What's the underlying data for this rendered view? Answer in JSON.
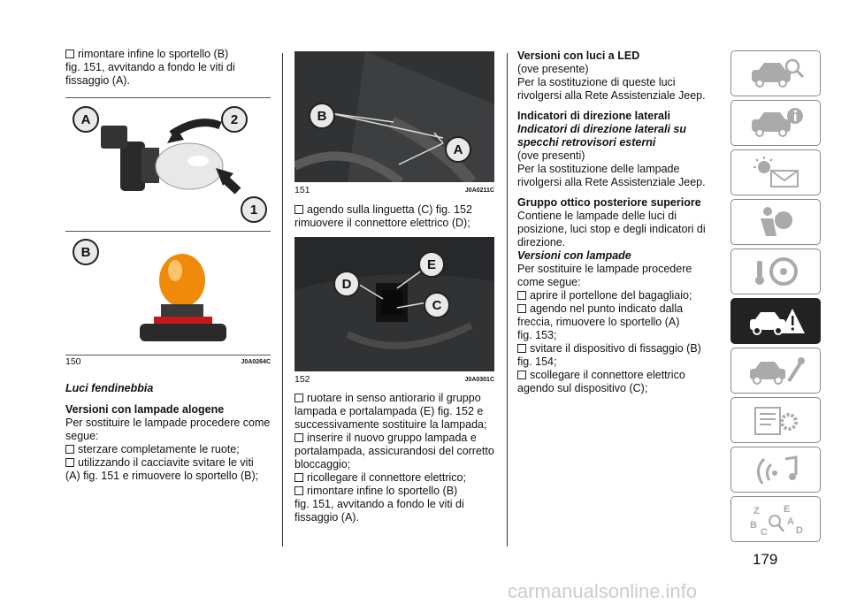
{
  "col1": {
    "intro_step": "rimontare infine lo sportello (B)",
    "intro_cont": "fig. 151, avvitando a fondo le viti di fissaggio (A).",
    "fig150_label_a": "A",
    "fig150_label_b": "B",
    "fig150_callout_1": "1",
    "fig150_callout_2": "2",
    "fig150_number": "150",
    "fig150_code": "J0A0264C",
    "section_title": "Luci fendinebbia",
    "subsection_title": "Versioni con lampade alogene",
    "para": "Per sostituire le lampade procedere come segue:",
    "steps": [
      "sterzare completamente le ruote;",
      "utilizzando il cacciavite svitare le viti (A) fig. 151 e rimuovere lo sportello (B);"
    ]
  },
  "col2": {
    "fig151_number": "151",
    "fig151_code": "J0A0211C",
    "fig151_label_b": "B",
    "fig151_label_a": "A",
    "step_after_151": "agendo sulla linguetta (C) fig. 152 rimuovere il connettore elettrico (D);",
    "fig152_number": "152",
    "fig152_code": "J0A0301C",
    "fig152_label_d": "D",
    "fig152_label_e": "E",
    "fig152_label_c": "C",
    "steps": [
      "ruotare in senso antiorario il gruppo lampada e portalampada (E) fig. 152 e successivamente sostituire la lampada;",
      "inserire il nuovo gruppo lampada e portalampada, assicurandosi del corretto bloccaggio;",
      "ricollegare il connettore elettrico;",
      "rimontare infine lo sportello (B)"
    ],
    "last_cont": "fig. 151, avvitando a fondo le viti di fissaggio (A)."
  },
  "col3": {
    "led_title": "Versioni con luci a LED",
    "led_sub": "(ove presente)",
    "led_para": "Per la sostituzione di queste luci rivolgersi alla Rete Assistenziale Jeep.",
    "ind_title": "Indicatori di direzione laterali",
    "ind_sub_title": "Indicatori di direzione laterali su specchi retrovisori esterni",
    "ind_sub": "(ove presenti)",
    "ind_para": "Per la sostituzione delle lampade rivolgersi alla Rete Assistenziale Jeep.",
    "rear_title": "Gruppo ottico posteriore superiore",
    "rear_para": "Contiene le lampade delle luci di posizione, luci stop e degli indicatori di direzione.",
    "lamp_title": "Versioni con lampade",
    "lamp_para": "Per sostituire le lampade procedere come segue:",
    "steps": [
      "aprire il portellone del bagagliaio;",
      "agendo nel punto indicato dalla freccia, rimuovere lo sportello (A)",
      "svitare il dispositivo di fissaggio (B)",
      "scollegare il connettore elettrico agendo sul dispositivo (C);"
    ],
    "step2_cont": "fig. 153;",
    "step3_cont": "fig. 154;"
  },
  "tabs": [
    {
      "icon": "car-search-icon"
    },
    {
      "icon": "car-info-icon"
    },
    {
      "icon": "warning-light-message-icon"
    },
    {
      "icon": "airbag-person-icon"
    },
    {
      "icon": "steering-key-icon"
    },
    {
      "icon": "car-breakdown-icon",
      "active": true
    },
    {
      "icon": "car-wrench-icon"
    },
    {
      "icon": "specifications-gear-icon"
    },
    {
      "icon": "multimedia-icon"
    },
    {
      "icon": "alphabetical-index-icon"
    }
  ],
  "page_number": "179",
  "watermark": "carmanualsonline.info"
}
